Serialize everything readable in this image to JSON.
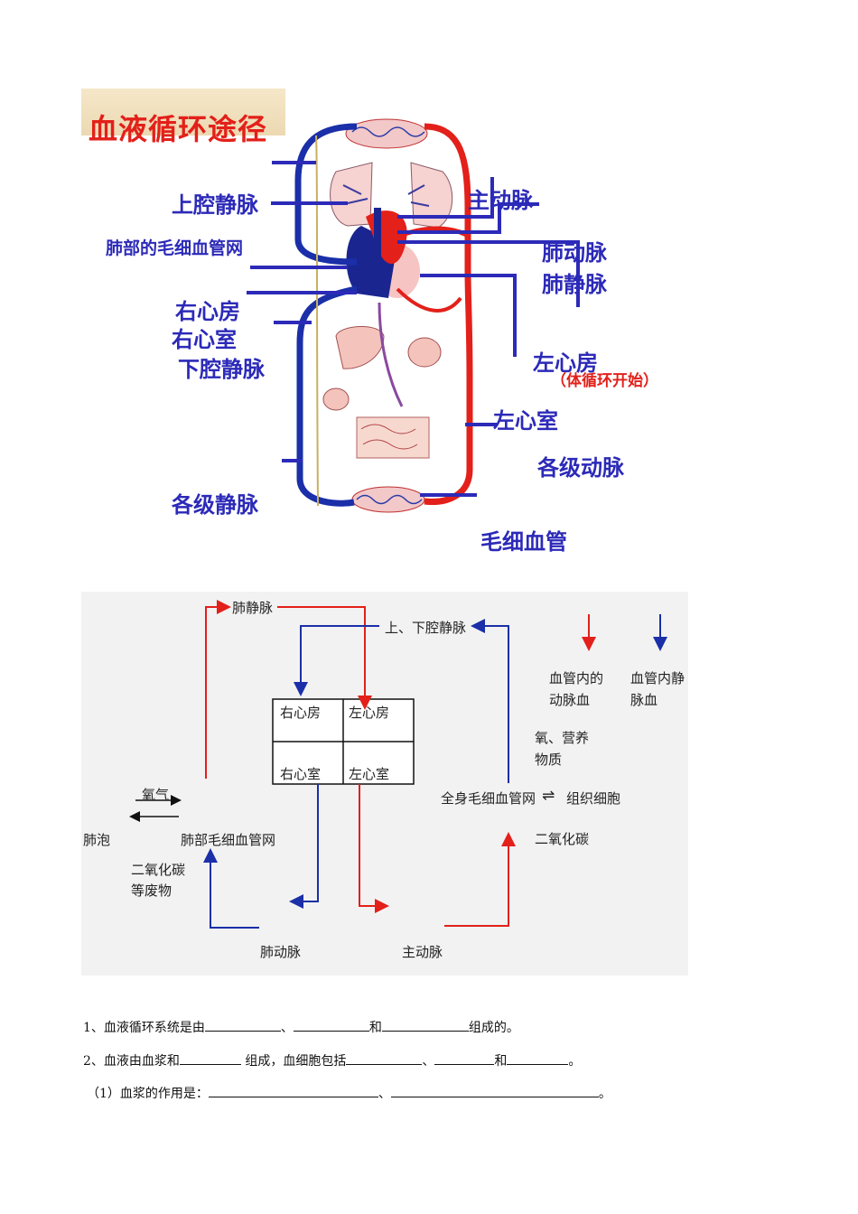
{
  "title": "血液循环途径",
  "anatomy_labels": {
    "svc": "上腔静脉",
    "lung_cap": "肺部的毛细血管网",
    "ra": "右心房",
    "rv": "右心室",
    "ivc": "下腔静脉",
    "veins": "各级静脉",
    "aorta": "主动脉",
    "pa": "肺动脉",
    "pv": "肺静脉",
    "la": "左心房",
    "systemic_start": "（体循环开始）",
    "lv": "左心室",
    "arteries": "各级动脉",
    "capillaries": "毛细血管"
  },
  "flow_labels": {
    "pv": "肺静脉",
    "vc": "上、下腔静脉",
    "ra": "右心房",
    "la": "左心房",
    "rv": "右心室",
    "lv": "左心室",
    "oxygen": "氧气",
    "alveoli": "肺泡",
    "lung_net": "肺部毛细血管网",
    "co2_waste_1": "二氧化碳",
    "co2_waste_2": "等废物",
    "pa": "肺动脉",
    "aorta": "主动脉",
    "body_net": "全身毛细血管网",
    "exchange": "⇌",
    "tissue": "组织细胞",
    "o2_nutr_1": "氧、营养",
    "o2_nutr_2": "物质",
    "co2": "二氧化碳",
    "legend_art_1": "血管内的",
    "legend_art_2": "动脉血",
    "legend_ven_1": "血管内静",
    "legend_ven_2": "脉血"
  },
  "colors": {
    "artery": "#e3201a",
    "vein": "#1a2fa8",
    "label_blue": "#2c2ab8"
  },
  "questions": {
    "q1_a": "1、血液循环系统是由",
    "q1_b": "、",
    "q1_c": "和",
    "q1_d": "组成的。",
    "q2_a": "2、血液由血浆和",
    "q2_b": " 组成，血细胞包括",
    "q2_c": "、",
    "q2_d": "和",
    "q2_e": "。",
    "q3_a": "（1）血浆的作用是：",
    "q3_b": "、",
    "q3_c": "。"
  }
}
